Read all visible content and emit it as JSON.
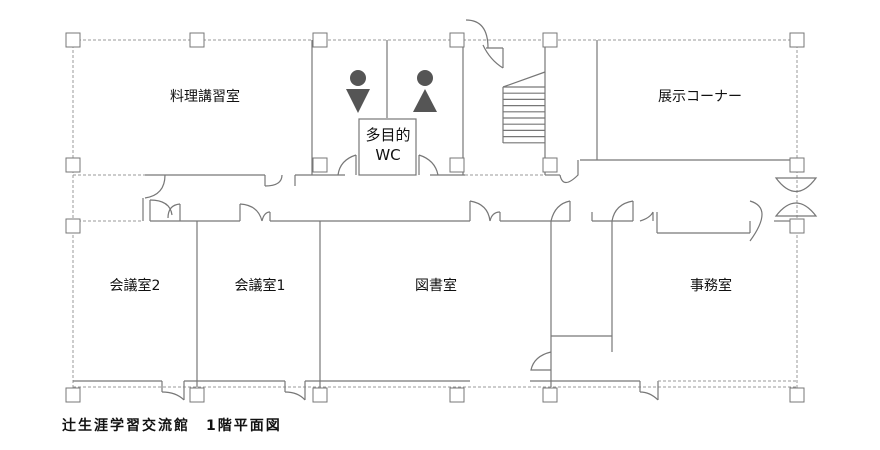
{
  "rooms": {
    "cooking": "料理講習室",
    "multipurpose_wc_line1": "多目的",
    "multipurpose_wc_line2": "WC",
    "exhibition": "展示コーナー",
    "meeting2": "会議室2",
    "meeting1": "会議室1",
    "library": "図書室",
    "office": "事務室"
  },
  "icons": [
    "male-toilet-icon",
    "female-toilet-icon",
    "stairs-icon",
    "door-icon",
    "pillar-icon"
  ],
  "title": "辻生涯学習交流館　1階平面図",
  "colors": {
    "wall": "#777777",
    "icon": "#555555",
    "text": "#111111"
  }
}
